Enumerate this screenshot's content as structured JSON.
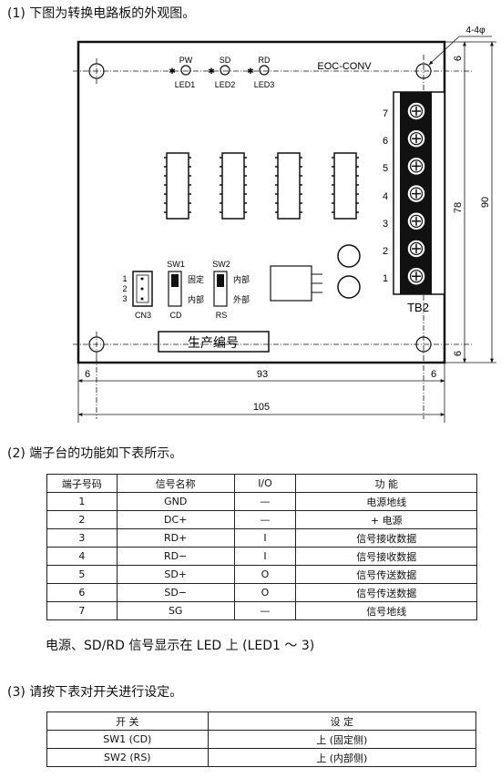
{
  "section1": {
    "heading": "(1) 下图为转换电路板的外观图。"
  },
  "board": {
    "model": "EOC-CONV",
    "leds": [
      {
        "label": "PW",
        "id": "LED1"
      },
      {
        "label": "SD",
        "id": "LED2"
      },
      {
        "label": "RD",
        "id": "LED3"
      }
    ],
    "terminal_block": "TB2",
    "terminal_numbers": [
      "7",
      "6",
      "5",
      "4",
      "3",
      "2",
      "1"
    ],
    "connector": {
      "name": "CN3",
      "pins": [
        "1",
        "2",
        "3"
      ]
    },
    "sw1": {
      "name": "SW1",
      "sub": "CD",
      "up": "固定",
      "down": "内部"
    },
    "sw2": {
      "name": "SW2",
      "sub": "RS",
      "up": "内部",
      "down": "外部"
    },
    "serial_label": "生产编号"
  },
  "dimensions": {
    "hole": "4-4φ",
    "top_margin": "6",
    "bottom_margin": "6",
    "hole_span": "78",
    "height": "90",
    "left_margin": "6",
    "mid_width": "93",
    "right_margin": "6",
    "width": "105"
  },
  "section2": {
    "heading": "(2) 端子台的功能如下表所示。",
    "headers": [
      "端子号码",
      "信号名称",
      "I/O",
      "功 能"
    ],
    "rows": [
      [
        "1",
        "GND",
        "—",
        "电源地线"
      ],
      [
        "2",
        "DC+",
        "—",
        "+ 电源"
      ],
      [
        "3",
        "RD+",
        "I",
        "信号接收数据"
      ],
      [
        "4",
        "RD−",
        "I",
        "信号接收数据"
      ],
      [
        "5",
        "SD+",
        "O",
        "信号传送数据"
      ],
      [
        "6",
        "SD−",
        "O",
        "信号传送数据"
      ],
      [
        "7",
        "SG",
        "—",
        "信号地线"
      ]
    ],
    "note": "电源、SD/RD 信号显示在 LED 上 (LED1 ～ 3)"
  },
  "section3": {
    "heading": "(3) 请按下表对开关进行设定。",
    "headers": [
      "开 关",
      "设 定"
    ],
    "rows": [
      [
        "SW1 (CD)",
        "上 (固定侧)"
      ],
      [
        "SW2 (RS)",
        "上 (内部侧)"
      ]
    ]
  }
}
